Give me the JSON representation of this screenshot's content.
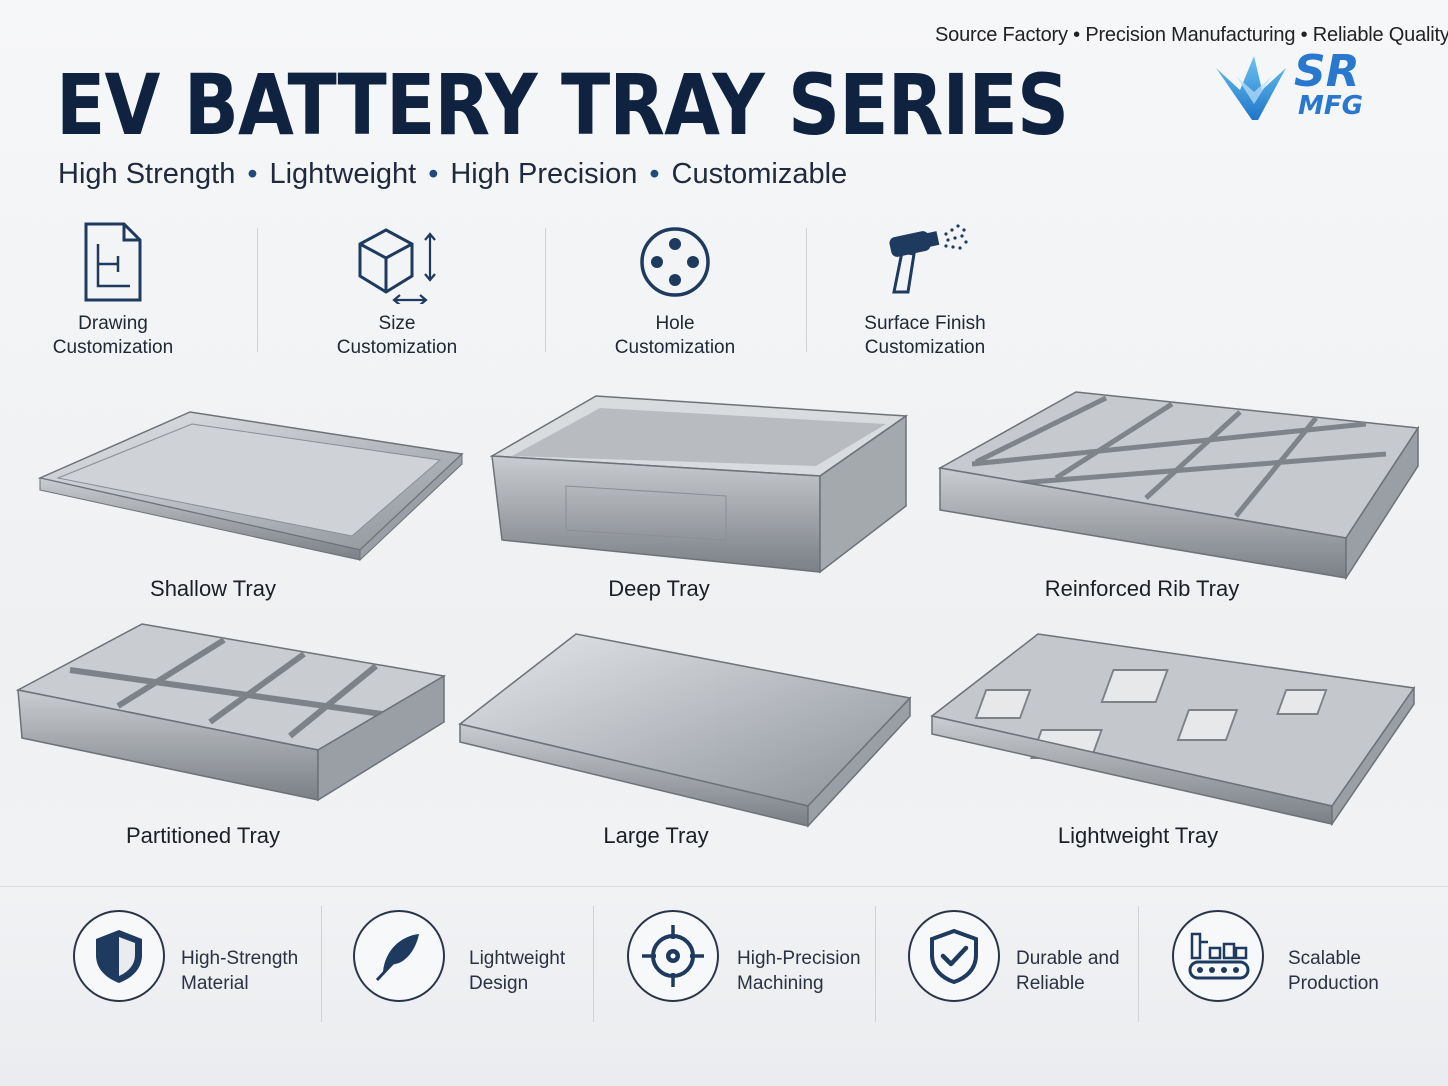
{
  "header": {
    "tagline": "Source Factory  •  Precision Manufacturing  •  Reliable Quality",
    "title": "EV BATTERY TRAY SERIES",
    "subtitle_items": [
      "High Strength",
      "Lightweight",
      "High Precision",
      "Customizable"
    ],
    "logo_text_top": "SR",
    "logo_text_bottom": "MFG"
  },
  "customization": [
    {
      "label": "Drawing\nCustomization",
      "icon": "drawing-document-icon"
    },
    {
      "label": "Size\nCustomization",
      "icon": "cube-dimension-icon"
    },
    {
      "label": "Hole\nCustomization",
      "icon": "hole-pattern-icon"
    },
    {
      "label": "Surface Finish\nCustomization",
      "icon": "spray-gun-icon"
    }
  ],
  "trays": [
    {
      "label": "Shallow Tray"
    },
    {
      "label": "Deep Tray"
    },
    {
      "label": "Reinforced Rib Tray"
    },
    {
      "label": "Partitioned Tray"
    },
    {
      "label": "Large Tray"
    },
    {
      "label": "Lightweight Tray"
    }
  ],
  "features": [
    {
      "label": "High-Strength\nMaterial",
      "icon": "shield-icon"
    },
    {
      "label": "Lightweight\nDesign",
      "icon": "feather-icon"
    },
    {
      "label": "High-Precision\nMachining",
      "icon": "crosshair-target-icon"
    },
    {
      "label": "Durable and\nReliable",
      "icon": "shield-check-icon"
    },
    {
      "label": "Scalable\nProduction",
      "icon": "conveyor-factory-icon"
    }
  ],
  "colors": {
    "title": "#0f2340",
    "icon_navy": "#1e3a5f",
    "logo_blue": "#2a7fd4",
    "logo_light": "#5fb2ea"
  }
}
